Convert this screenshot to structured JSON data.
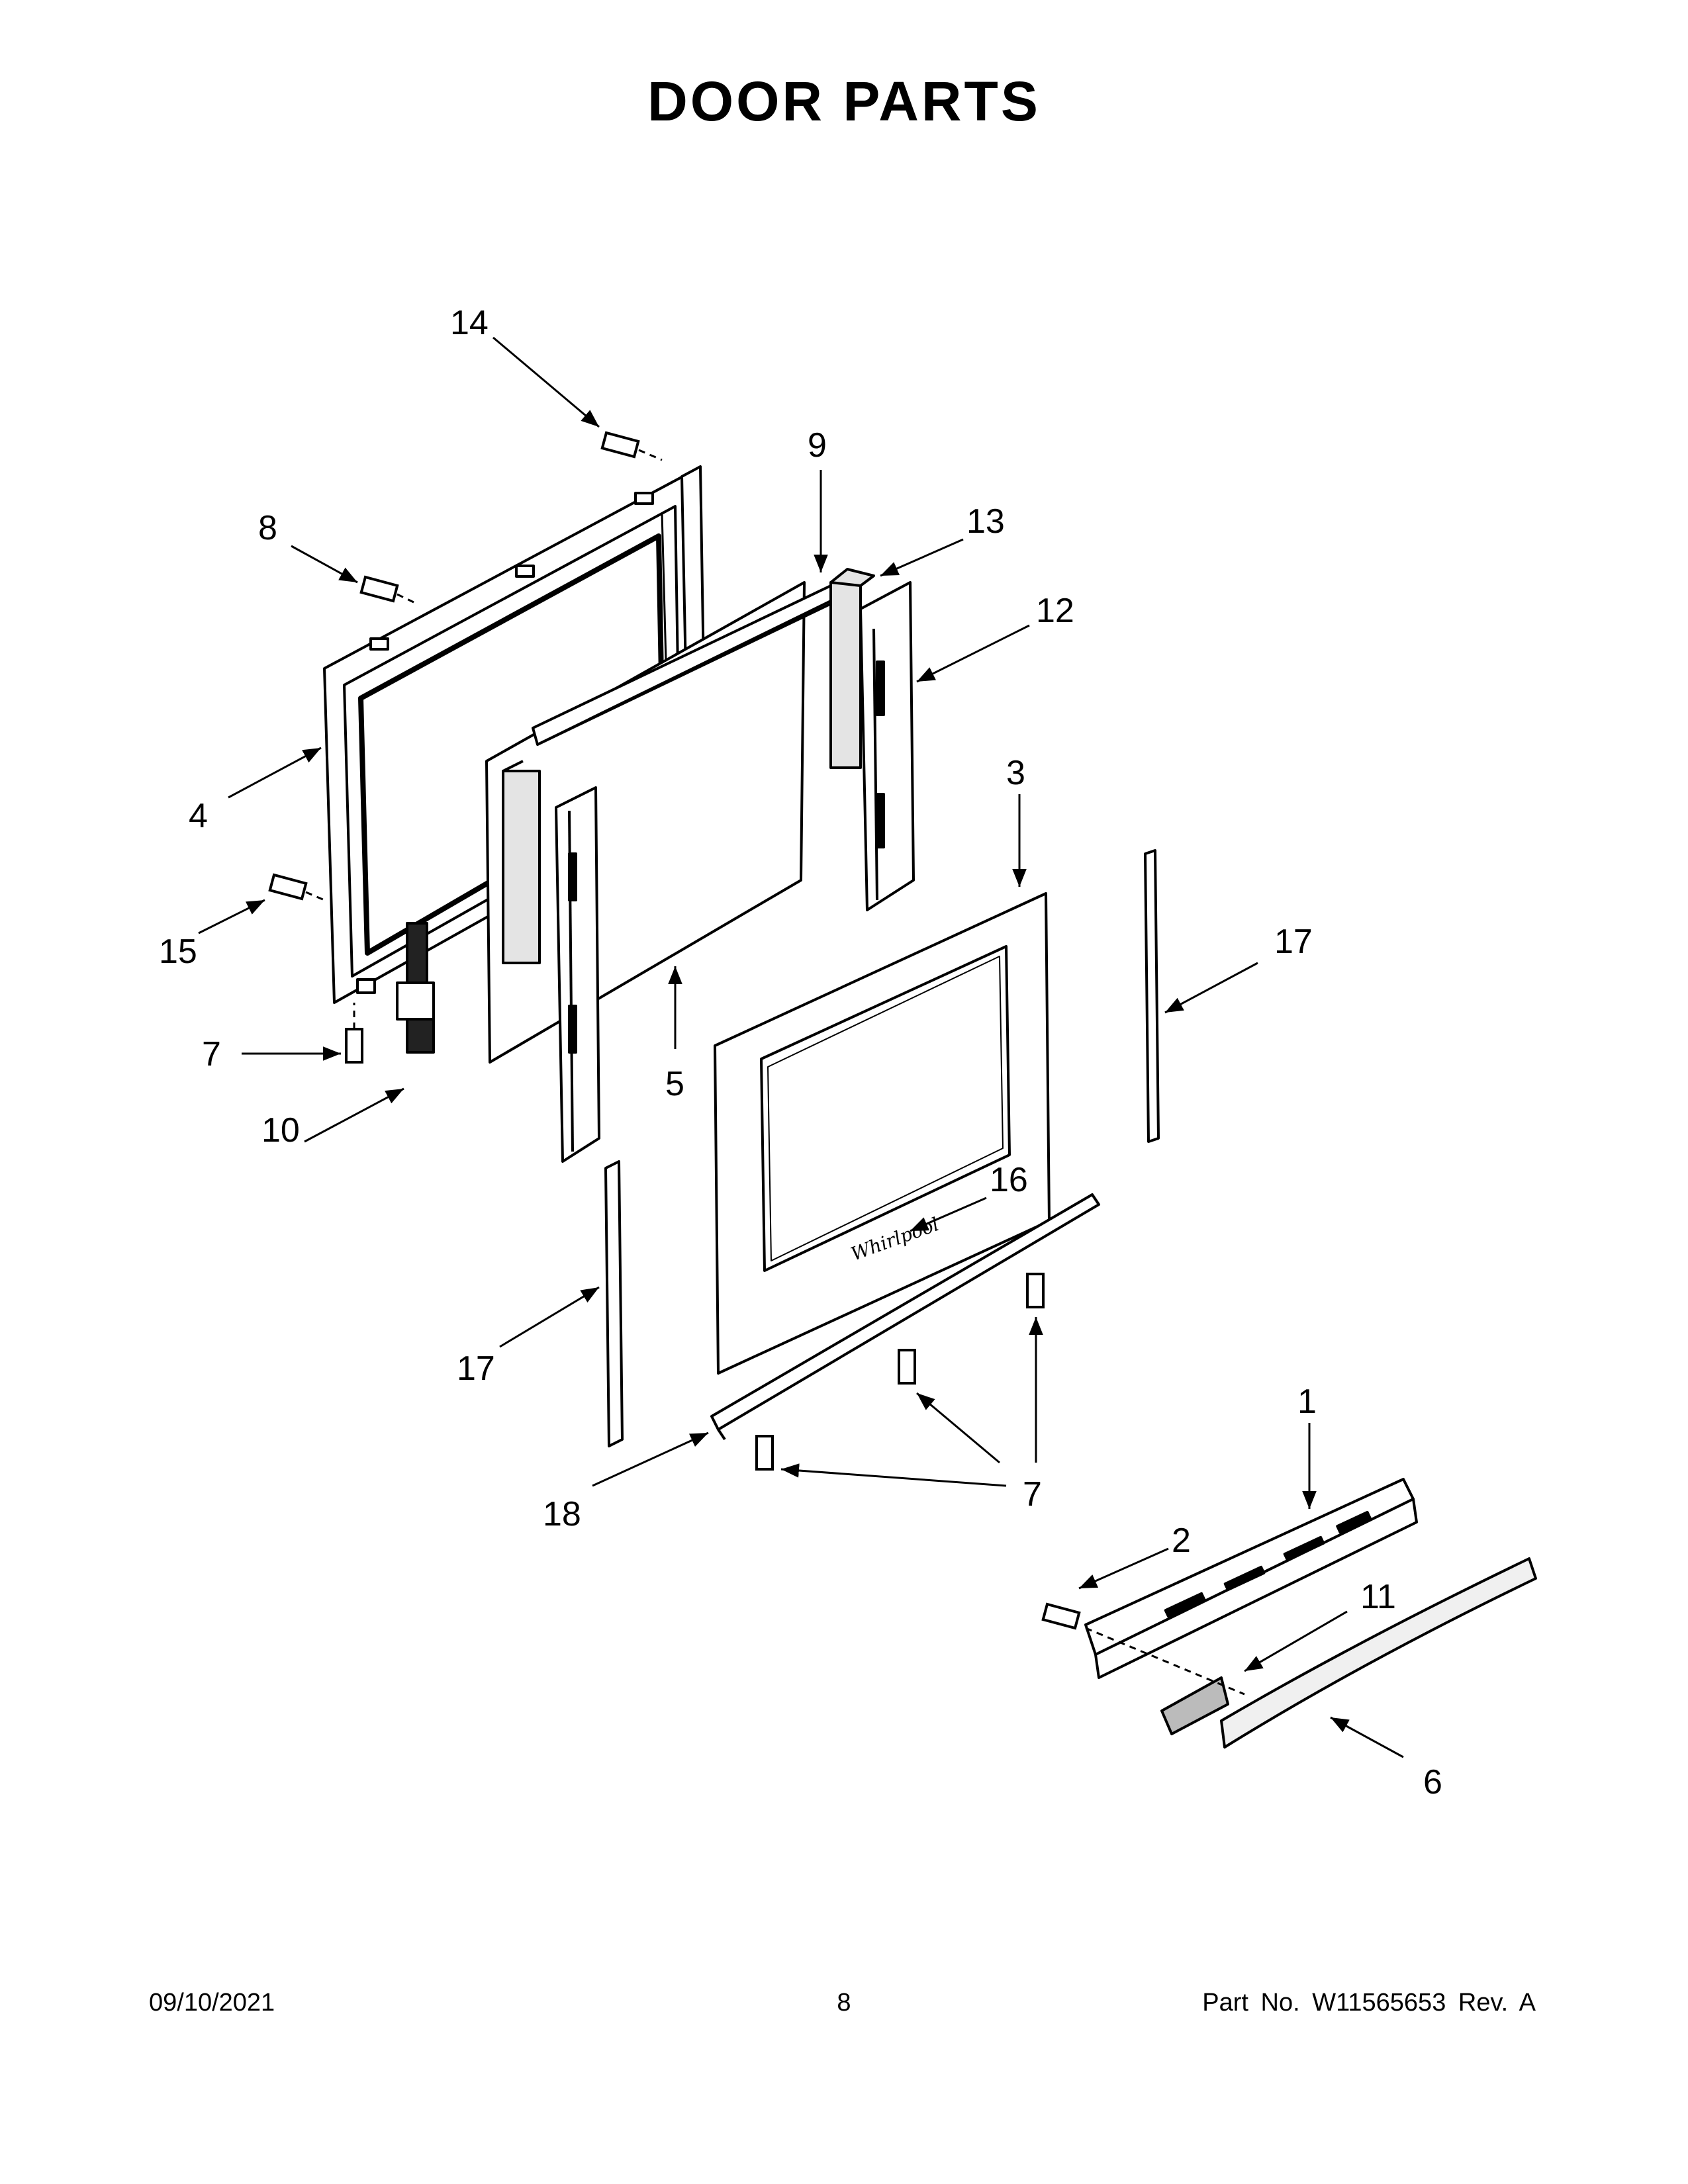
{
  "page": {
    "title": "DOOR PARTS",
    "footer": {
      "date": "09/10/2021",
      "page_number": "8",
      "part_info": "Part No.  W11565653  Rev.  A"
    }
  },
  "diagram": {
    "brand_mark": "Whirlpool",
    "callouts": [
      {
        "id": "c14",
        "label": "14"
      },
      {
        "id": "c9",
        "label": "9"
      },
      {
        "id": "c13",
        "label": "13"
      },
      {
        "id": "c8",
        "label": "8"
      },
      {
        "id": "c12",
        "label": "12"
      },
      {
        "id": "c3",
        "label": "3"
      },
      {
        "id": "c4",
        "label": "4"
      },
      {
        "id": "c17a",
        "label": "17"
      },
      {
        "id": "c15",
        "label": "15"
      },
      {
        "id": "c7a",
        "label": "7"
      },
      {
        "id": "c5",
        "label": "5"
      },
      {
        "id": "c10",
        "label": "10"
      },
      {
        "id": "c16",
        "label": "16"
      },
      {
        "id": "c17b",
        "label": "17"
      },
      {
        "id": "c1",
        "label": "1"
      },
      {
        "id": "c7b",
        "label": "7"
      },
      {
        "id": "c18",
        "label": "18"
      },
      {
        "id": "c2",
        "label": "2"
      },
      {
        "id": "c11",
        "label": "11"
      },
      {
        "id": "c6",
        "label": "6"
      }
    ]
  }
}
